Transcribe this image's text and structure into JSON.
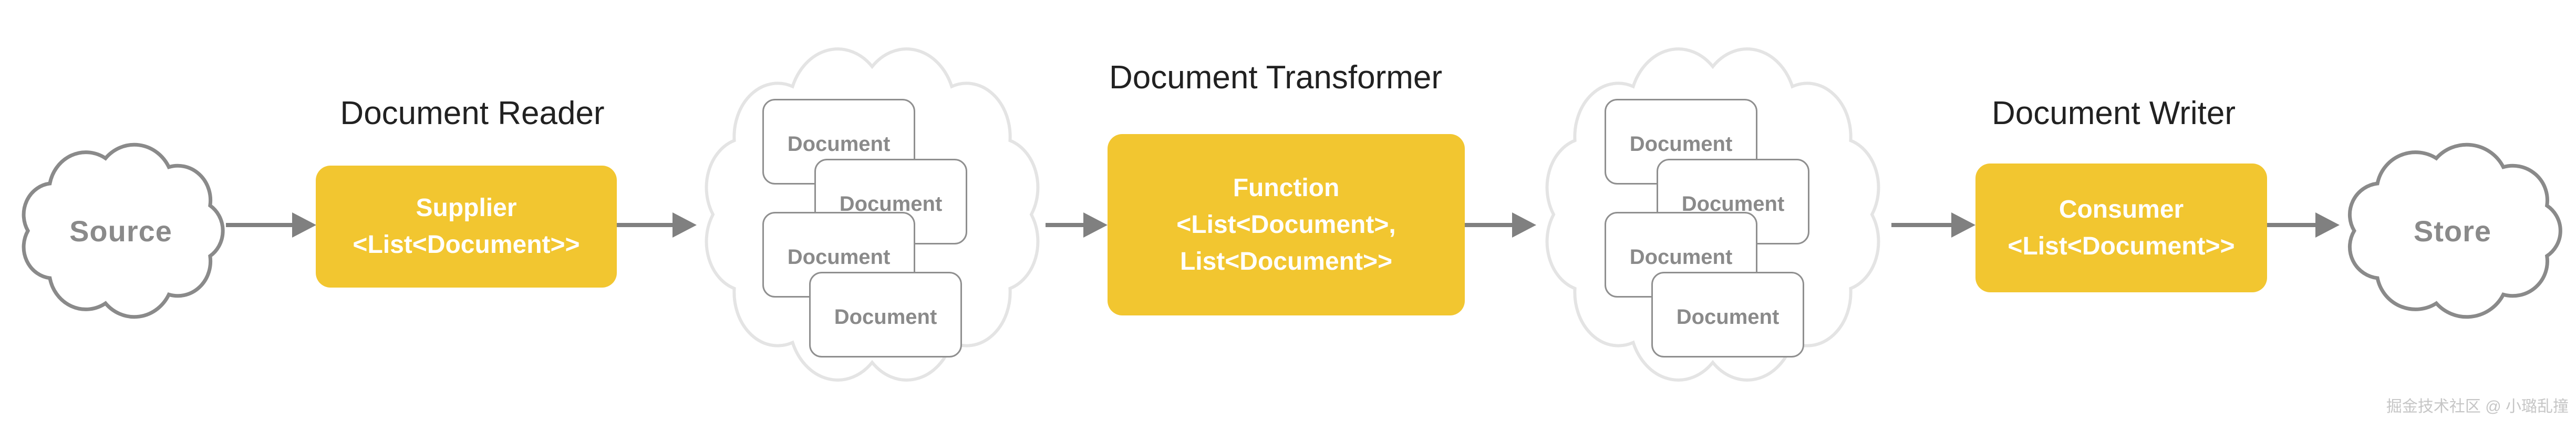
{
  "colors": {
    "accent_yellow": "#F2C630",
    "arrow_gray": "#808080",
    "cloud_outline_dark": "#8A8A8A",
    "cloud_outline_light": "#E4E4E4",
    "card_border": "#8F8F8F",
    "gray_text": "#8A8A8A",
    "title_text": "#212121",
    "watermark_gray": "#C6C6C6"
  },
  "stages": {
    "source": {
      "label": "Source"
    },
    "reader": {
      "title": "Document Reader",
      "box": {
        "name": "Supplier",
        "type": "<List<Document>>"
      }
    },
    "input_documents": {
      "cards": [
        "Document",
        "Document",
        "Document",
        "Document"
      ]
    },
    "transformer": {
      "title": "Document Transformer",
      "box": {
        "name": "Function",
        "type_line1": "<List<Document>,",
        "type_line2": "List<Document>>"
      }
    },
    "output_documents": {
      "cards": [
        "Document",
        "Document",
        "Document",
        "Document"
      ]
    },
    "writer": {
      "title": "Document Writer",
      "box": {
        "name": "Consumer",
        "type": "<List<Document>>"
      }
    },
    "store": {
      "label": "Store"
    }
  },
  "watermark": "掘金技术社区 @ 小璐乱撞"
}
